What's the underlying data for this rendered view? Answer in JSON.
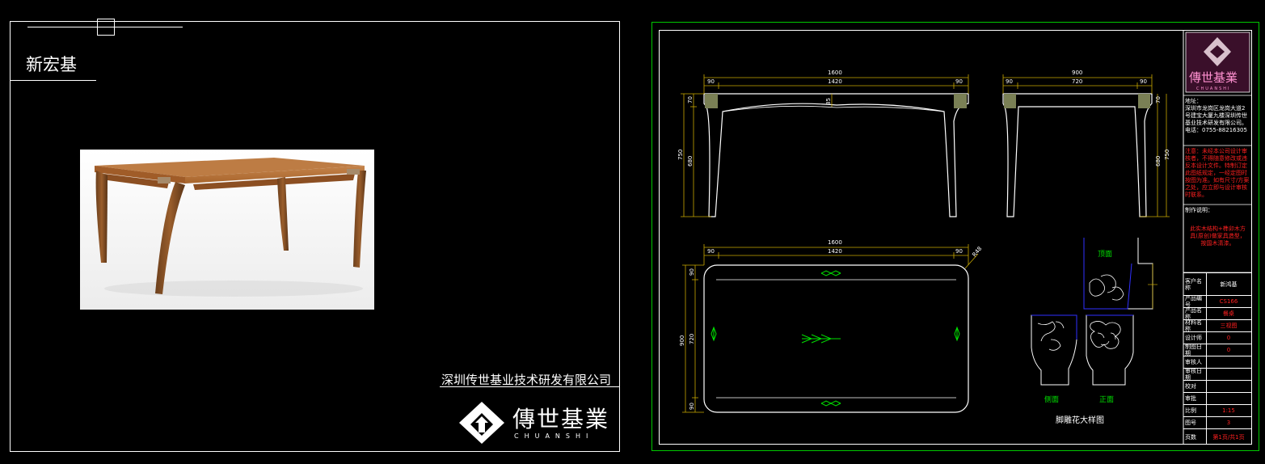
{
  "left_sheet": {
    "brand": "新宏基",
    "company": "深圳传世基业技术研发有限公司",
    "logo_cn": "傳世基業",
    "logo_en": "CHUANSHI"
  },
  "drawing": {
    "front_view": {
      "overall": "1600",
      "inner": "1420",
      "side_left": "90",
      "side_right": "90",
      "height_total": "750",
      "height_leg": "680",
      "top_thk": "70",
      "apron": "85"
    },
    "side_view": {
      "overall": "900",
      "inner": "720",
      "side_left": "90",
      "side_right": "90",
      "height_total": "750",
      "height_leg": "680",
      "top_thk": "70"
    },
    "top_view": {
      "overall": "1600",
      "inner": "1420",
      "side_left": "90",
      "side_right": "90",
      "depth_total": "900",
      "depth_inner": "720",
      "depth_top": "90",
      "depth_bottom": "90",
      "radius": "R48"
    },
    "detail": {
      "top_label": "顶面",
      "side_label": "侧面",
      "front_label": "正面",
      "caption": "脚雕花大样图"
    }
  },
  "title_block": {
    "logo_cn": "傳世基業",
    "logo_en": "CHUANSHI",
    "address_label": "地址：",
    "address": "深圳市龙岗区龙岗大道2号建宝大厦九楼深圳传世基业技术研发有限公司。",
    "phone": "电话：0755-88216305",
    "notice": "注意：未经本公司设计审核者，不得随意修改或违反本设计文件。特制订定此图纸规定，一经定图时按图为准。如有尺寸/方案之处，应立即与设计审核时联系。",
    "spec_label": "制作说明：",
    "spec": "此实木结构+榫卯木方具(原创)做家具造型，按国木清漆。",
    "rows": [
      {
        "label": "客户名称",
        "value": "新鸿基"
      },
      {
        "label": "产品编号",
        "value": "CS166"
      },
      {
        "label": "产品名称",
        "value": "餐桌"
      },
      {
        "label": "材料名称",
        "value": "三视图"
      },
      {
        "label": "设计师",
        "value": "0"
      },
      {
        "label": "制图日期",
        "value": "0"
      },
      {
        "label": "审核人",
        "value": ""
      },
      {
        "label": "审核日期",
        "value": ""
      },
      {
        "label": "校对",
        "value": ""
      },
      {
        "label": "审批",
        "value": ""
      },
      {
        "label": "比例",
        "value": "1:15"
      },
      {
        "label": "图号",
        "value": "3"
      },
      {
        "label": "页数",
        "value": "第1页/共1页"
      }
    ]
  },
  "colors": {
    "frame_green": "#00c800",
    "dim_yellow": "#c8a800",
    "carve_green": "#00e000",
    "detail_blue": "#3030ff",
    "warn_red": "#ff2020",
    "logo_bg": "#7a2a5a"
  }
}
